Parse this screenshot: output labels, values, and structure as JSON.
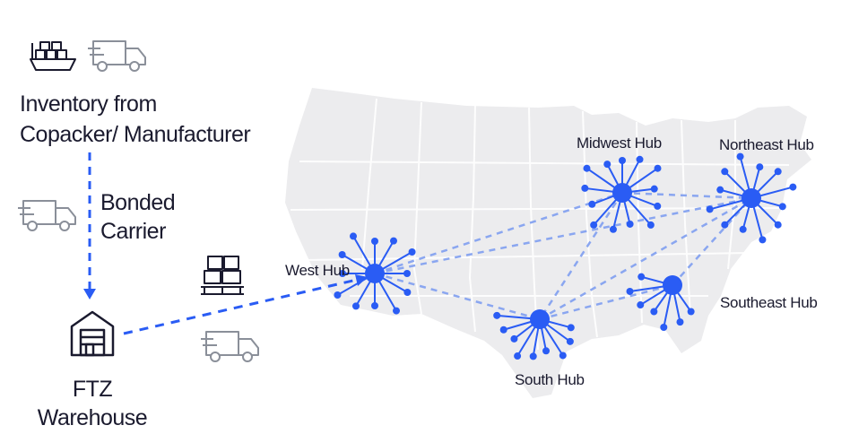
{
  "source": {
    "line1": "Inventory from",
    "line2": "Copacker/ Manufacturer",
    "icons": [
      "cargo-ship-icon",
      "delivery-truck-icon"
    ]
  },
  "carrier": {
    "line1": "Bonded",
    "line2": "Carrier",
    "icon": "delivery-truck-icon"
  },
  "warehouse": {
    "line1": "FTZ",
    "line2": "Warehouse",
    "icon": "warehouse-icon"
  },
  "transfer": {
    "icons": [
      "pallet-boxes-icon",
      "delivery-truck-icon"
    ]
  },
  "hubs": {
    "west": "West Hub",
    "midwest": "Midwest Hub",
    "northeast": "Northeast Hub",
    "southeast": "Southeast Hub",
    "south": "South Hub"
  },
  "colors": {
    "accent": "#2a5cf4",
    "route": "#8aa6f0",
    "icon_gray": "#8a8f99",
    "map": "#ececee",
    "text": "#1a1a2e"
  }
}
